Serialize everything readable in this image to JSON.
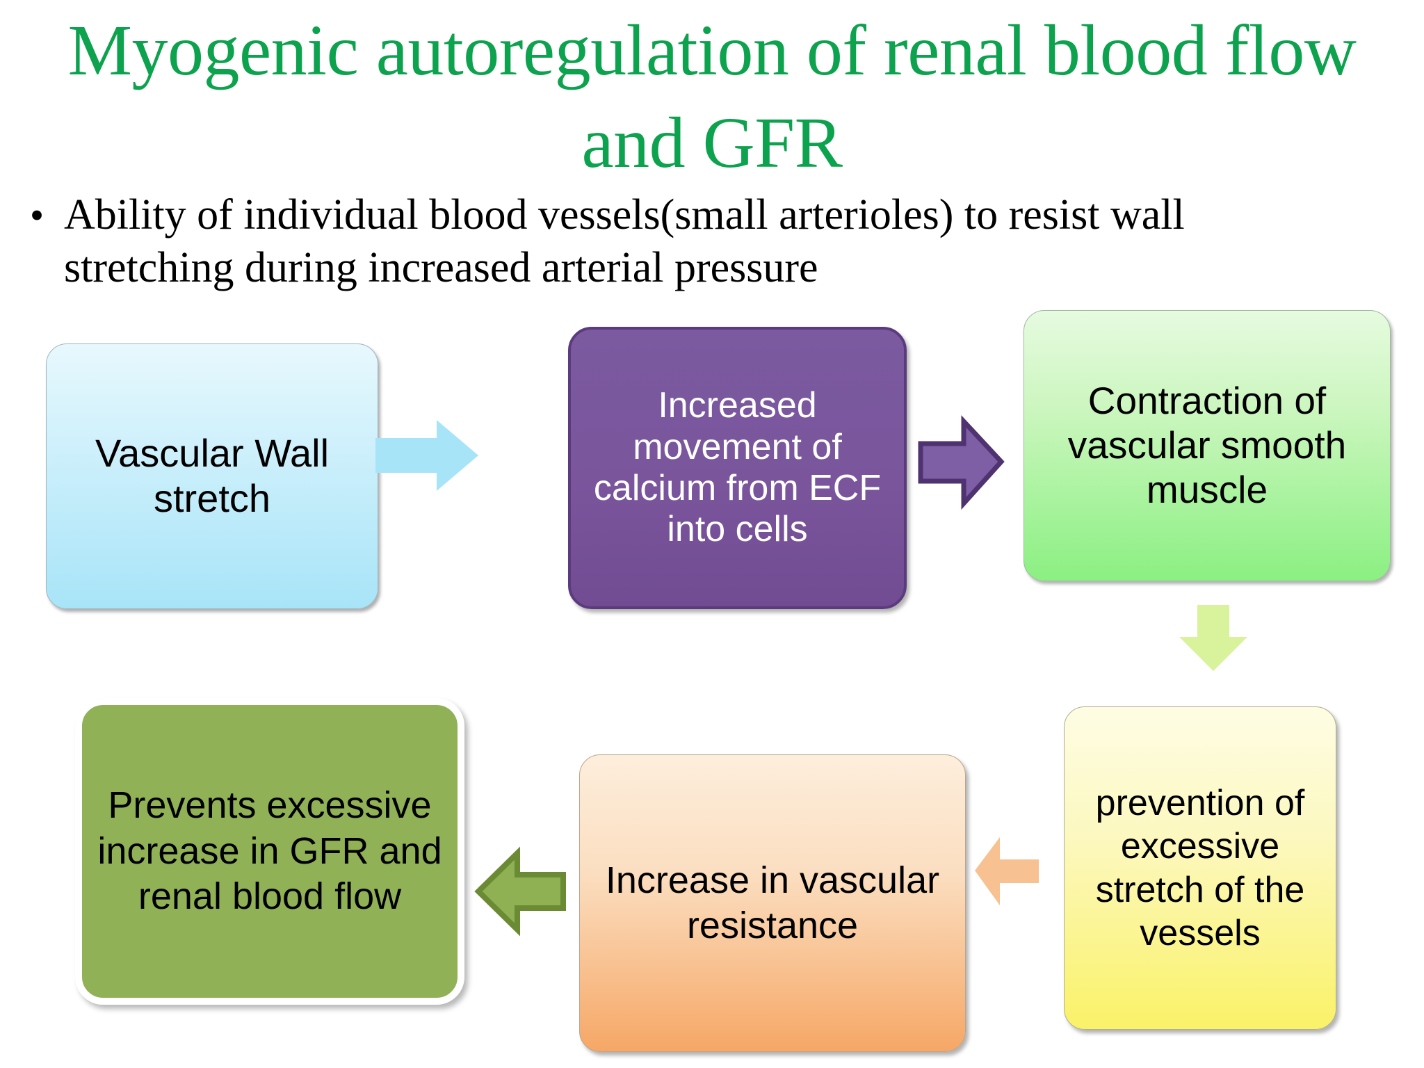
{
  "slide": {
    "title": "Myogenic autoregulation of renal blood flow and GFR",
    "title_color": "#0DA24E",
    "background_color": "#FFFFFF",
    "bullet_marker": "•",
    "bullet_text": "Ability of individual blood vessels(small arterioles) to resist wall stretching during increased arterial pressure"
  },
  "flow": {
    "nodes": [
      {
        "id": "vascular-wall-stretch",
        "label": "Vascular Wall stretch",
        "fill_top": "#E8F8FD",
        "fill_bottom": "#A8E4F8",
        "text_color": "#000000"
      },
      {
        "id": "calcium-movement",
        "label": "Increased movement of calcium from ECF into cells",
        "fill_top": "#7B5AA0",
        "fill_bottom": "#714C93",
        "border_color": "#5B3B7D",
        "text_color": "#FFFFFF"
      },
      {
        "id": "smooth-muscle-contraction",
        "label": "Contraction of vascular smooth muscle",
        "fill_top": "#E6FBE0",
        "fill_bottom": "#8BF082",
        "text_color": "#000000"
      },
      {
        "id": "stretch-prevention",
        "label": "prevention of excessive stretch of the vessels",
        "fill_top": "#FEFDE4",
        "fill_bottom": "#FAF268",
        "text_color": "#000000"
      },
      {
        "id": "vascular-resistance",
        "label": "Increase in vascular resistance",
        "fill_top": "#FDEEDC",
        "fill_bottom": "#F6A766",
        "text_color": "#000000"
      },
      {
        "id": "prevents-gfr-increase",
        "label": "Prevents excessive increase in GFR and renal blood flow",
        "fill": "#90B155",
        "border_color": "#FFFFFF",
        "text_color": "#000000"
      }
    ],
    "arrows": [
      {
        "id": "stretch-to-calcium",
        "direction": "right",
        "fill": "#A8E4F8",
        "stroke": "none"
      },
      {
        "id": "calcium-to-contraction",
        "direction": "right",
        "fill": "#7E5FA6",
        "stroke": "#4E3370"
      },
      {
        "id": "contraction-to-prevention",
        "direction": "down",
        "fill": "#D9F29C",
        "stroke": "none"
      },
      {
        "id": "prevention-to-resistance",
        "direction": "left",
        "fill": "#F8C191",
        "stroke": "none"
      },
      {
        "id": "resistance-to-prevents",
        "direction": "left",
        "fill": "#8FB154",
        "stroke": "#6B8A34"
      }
    ]
  }
}
